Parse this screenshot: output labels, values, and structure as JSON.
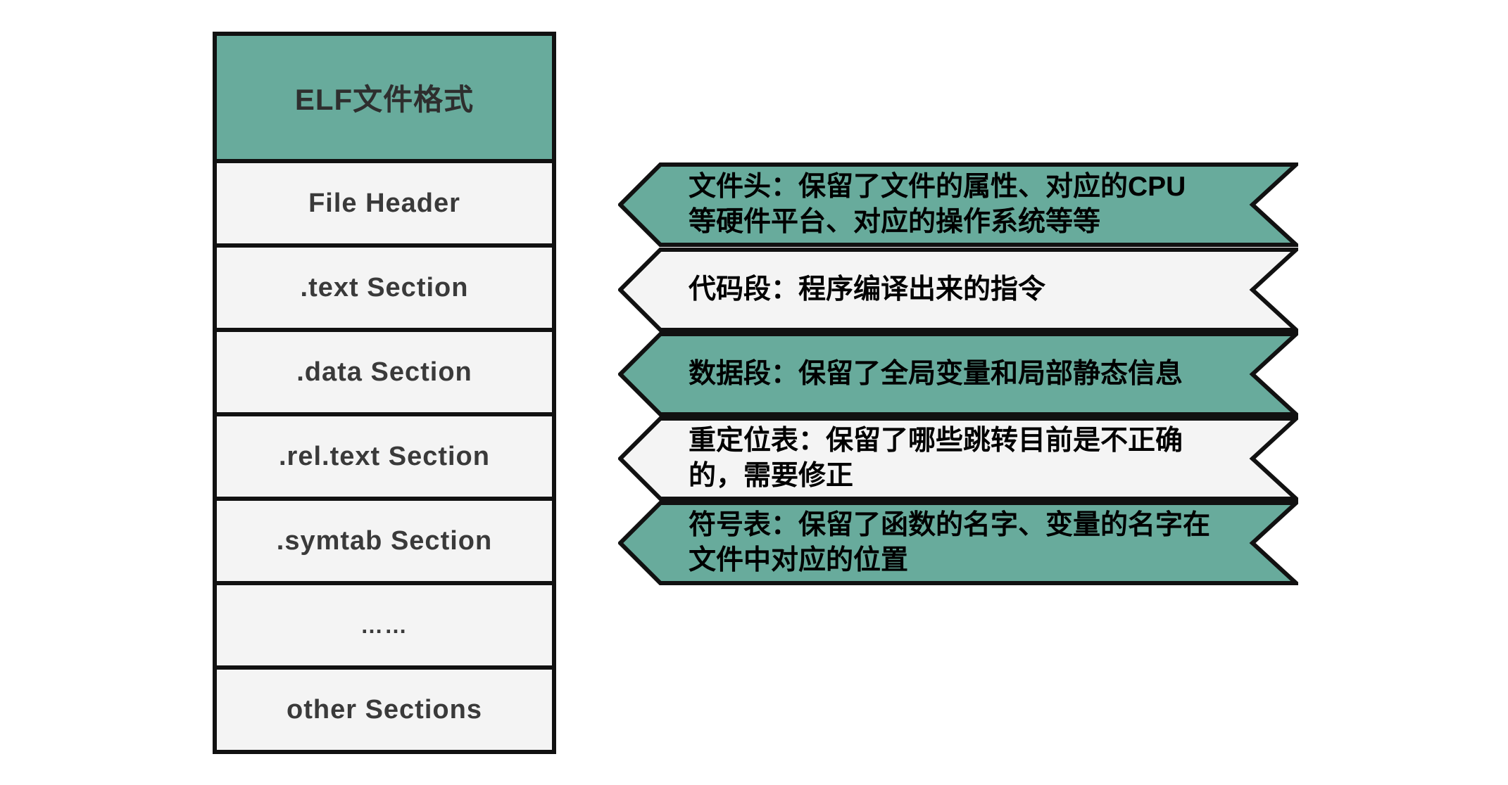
{
  "palette": {
    "teal": "#68AB9C",
    "light": "#F4F4F4",
    "outline": "#111111",
    "label_text": "#3A3A3A",
    "banner_text": "#000000",
    "background": "#FFFFFF"
  },
  "stack": {
    "header_label": "ELF文件格式",
    "rows": [
      {
        "label": "File Header"
      },
      {
        "label": ".text Section"
      },
      {
        "label": ".data Section"
      },
      {
        "label": ".rel.text Section"
      },
      {
        "label": ".symtab Section"
      },
      {
        "label": "……"
      },
      {
        "label": "other Sections"
      }
    ]
  },
  "banners": [
    {
      "variant": "teal",
      "lines": [
        "文件头：保留了文件的属性、对应的CPU",
        "等硬件平台、对应的操作系统等等"
      ]
    },
    {
      "variant": "light",
      "lines": [
        "代码段：程序编译出来的指令"
      ]
    },
    {
      "variant": "teal",
      "lines": [
        "数据段：保留了全局变量和局部静态信息"
      ]
    },
    {
      "variant": "light",
      "lines": [
        "重定位表：保留了哪些跳转目前是不正确",
        "的，需要修正"
      ]
    },
    {
      "variant": "teal",
      "lines": [
        "符号表：保留了函数的名字、变量的名字在",
        "文件中对应的位置"
      ]
    }
  ]
}
